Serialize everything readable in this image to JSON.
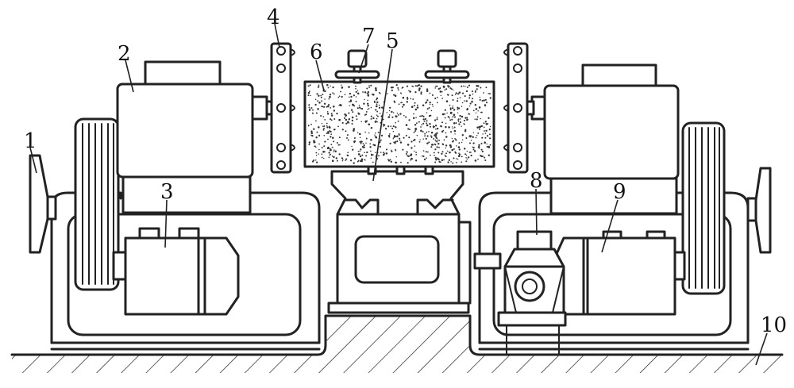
{
  "callouts": [
    {
      "id": "1",
      "label": "1"
    },
    {
      "id": "2",
      "label": "2"
    },
    {
      "id": "3",
      "label": "3"
    },
    {
      "id": "4",
      "label": "4"
    },
    {
      "id": "5",
      "label": "5"
    },
    {
      "id": "6",
      "label": "6"
    },
    {
      "id": "7",
      "label": "7"
    },
    {
      "id": "8",
      "label": "8"
    },
    {
      "id": "9",
      "label": "9"
    },
    {
      "id": "10",
      "label": "10"
    }
  ],
  "colors": {
    "line": "#222222",
    "background": "#ffffff",
    "workpiece_dots": "#333333"
  }
}
